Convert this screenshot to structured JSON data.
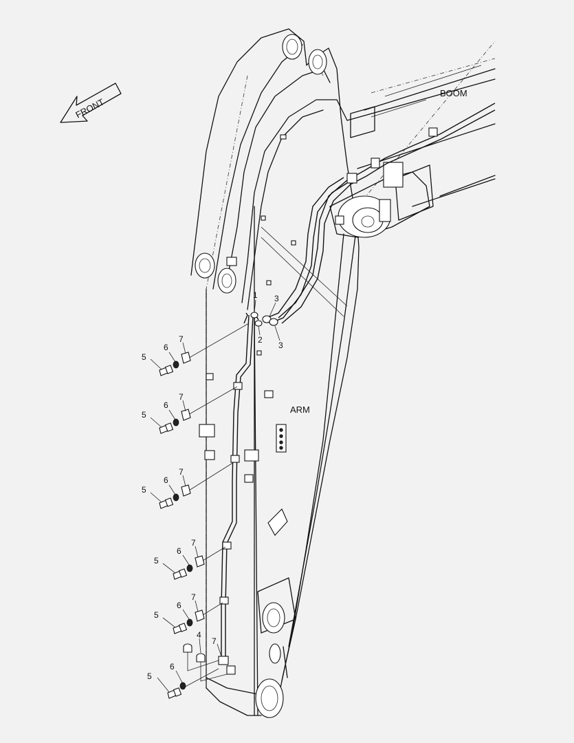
{
  "labels": {
    "boom": "BOOM",
    "arm": "ARM",
    "front": "FRONT"
  },
  "callouts": {
    "p1": "1",
    "p2": "2",
    "p3a": "3",
    "p3b": "3",
    "p4": "4",
    "g1": {
      "c5": "5",
      "c6": "6",
      "c7": "7"
    },
    "g2": {
      "c5": "5",
      "c6": "6",
      "c7": "7"
    },
    "g3": {
      "c5": "5",
      "c6": "6",
      "c7": "7"
    },
    "g4": {
      "c5": "5",
      "c6": "6",
      "c7": "7"
    },
    "g5": {
      "c5": "5",
      "c6": "6",
      "c7": "7"
    },
    "g6": {
      "c5": "5",
      "c6": "6",
      "c7": "7"
    }
  }
}
